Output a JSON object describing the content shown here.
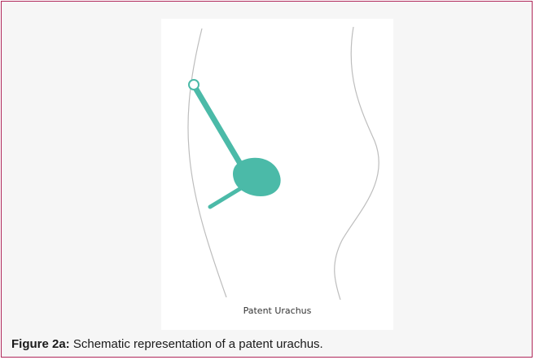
{
  "figure": {
    "diagram_label": "Patent Urachus",
    "caption_label": "Figure 2a:",
    "caption_text": " Schematic representation of a patent urachus."
  },
  "colors": {
    "frame_border": "#b0285a",
    "background": "#f6f6f6",
    "panel": "#ffffff",
    "structure_fill": "#4bbaa8",
    "outline_stroke": "#bdbdbd"
  }
}
